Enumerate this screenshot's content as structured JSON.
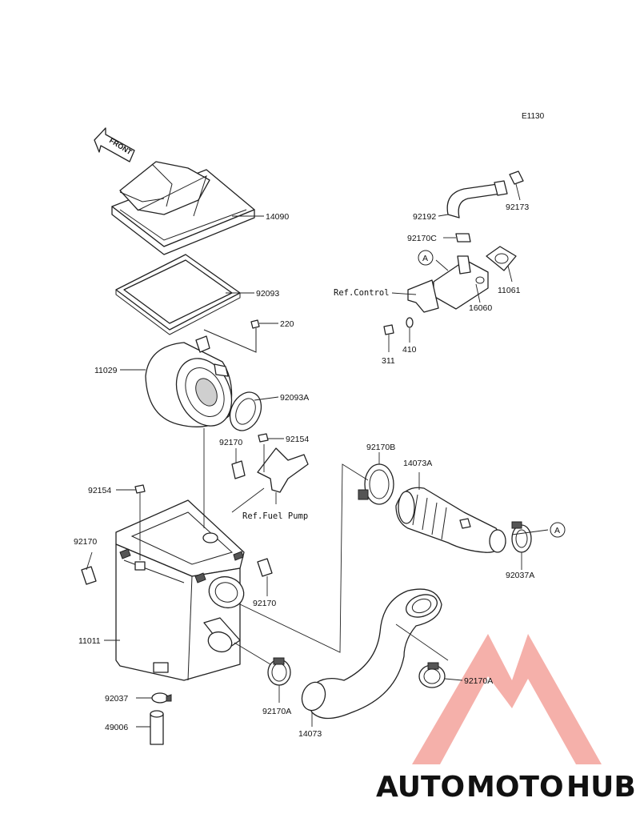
{
  "diagram": {
    "code": "E1130",
    "front_label": "FRONT",
    "labels": {
      "p14090": "14090",
      "p92093": "92093",
      "p220": "220",
      "p11029": "11029",
      "p92093A": "92093A",
      "p92170_a": "92170",
      "p92154_a": "92154",
      "p92154_b": "92154",
      "p92170_b": "92170",
      "p92170_c": "92170",
      "p11011": "11011",
      "p92037": "92037",
      "p49006": "49006",
      "p92170A_a": "92170A",
      "p14073": "14073",
      "p92170A_b": "92170A",
      "p92170B": "92170B",
      "p14073A": "14073A",
      "p92037A": "92037A",
      "p92192": "92192",
      "p92173": "92173",
      "p92170C": "92170C",
      "p11061": "11061",
      "p16060": "16060",
      "p311": "311",
      "p410": "410"
    },
    "refs": {
      "control": "Ref.Control",
      "fuel_pump": "Ref.Fuel Pump"
    },
    "markers": {
      "a1": "A",
      "a2": "A"
    }
  },
  "watermark": {
    "part1": "AUTO",
    "part2": "MOTO",
    "part3": "HUB",
    "color_part1": "#f5b67a",
    "color_part2": "#f08a80",
    "color_part3": "#9a9a9a",
    "triangle_color": "#f4a39c"
  }
}
